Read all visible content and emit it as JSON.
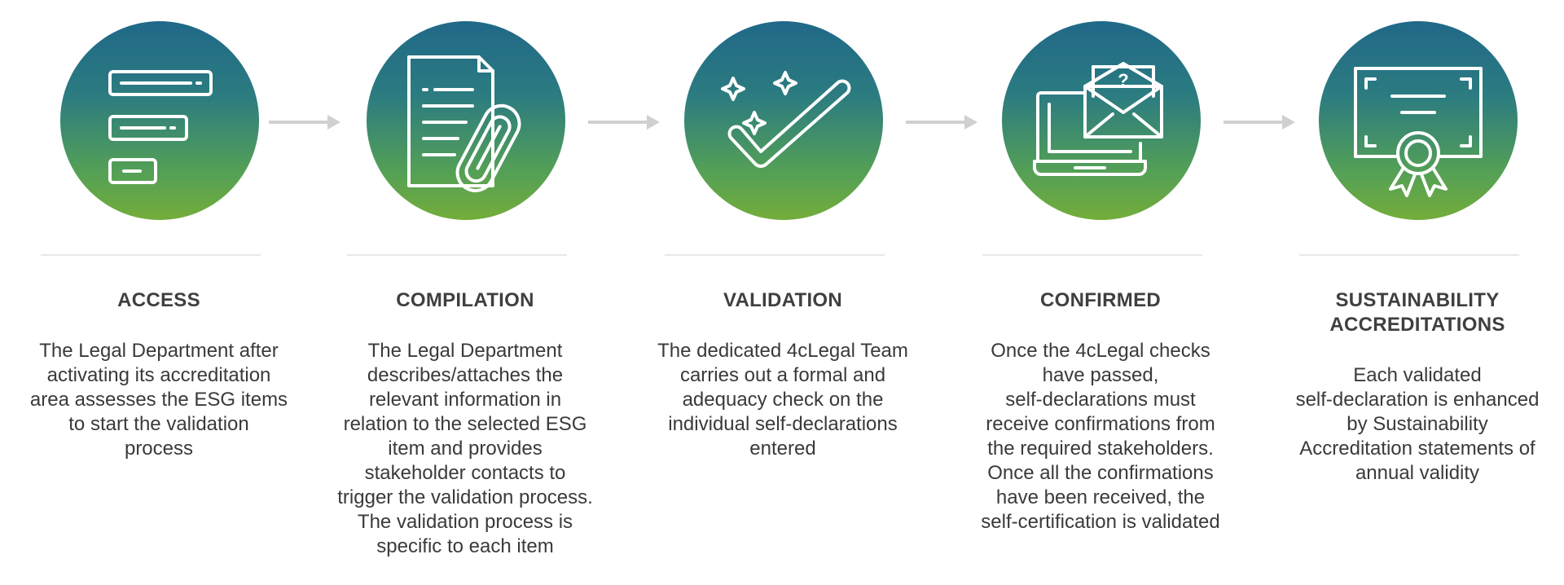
{
  "colors": {
    "circle_top": "#206888",
    "circle_bottom": "#74ad3a",
    "icon_stroke": "#ffffff",
    "arrow": "#d0d0d0",
    "divider": "#e8e8e8",
    "title_text": "#3f3f3f",
    "body_text": "#3a3a3a"
  },
  "steps": [
    {
      "icon": "form-fields-icon",
      "title": "ACCESS",
      "description": "The Legal Department after\nactivating its accreditation\narea assesses the ESG items\nto start the validation\nprocess"
    },
    {
      "icon": "document-paperclip-icon",
      "title": "COMPILATION",
      "description": "The Legal Department\ndescribes/attaches the\nrelevant information in\nrelation to the selected ESG\nitem and provides\nstakeholder contacts to\ntrigger the validation process.\nThe validation process is\nspecific to each item"
    },
    {
      "icon": "sparkle-checkmark-icon",
      "title": "VALIDATION",
      "description": "The dedicated 4cLegal Team\ncarries out a formal and\nadequacy check on the\nindividual self-declarations\nentered"
    },
    {
      "icon": "laptop-envelope-icon",
      "title": "CONFIRMED",
      "description": "Once the 4cLegal checks\nhave passed,\nself-declarations must\nreceive confirmations from\nthe required stakeholders.\nOnce all the confirmations\nhave been received, the\nself-certification is validated"
    },
    {
      "icon": "certificate-icon",
      "title": "SUSTAINABILITY\nACCREDITATIONS",
      "description": "Each validated\nself-declaration is enhanced\nby Sustainability\nAccreditation statements of\nannual validity"
    }
  ]
}
